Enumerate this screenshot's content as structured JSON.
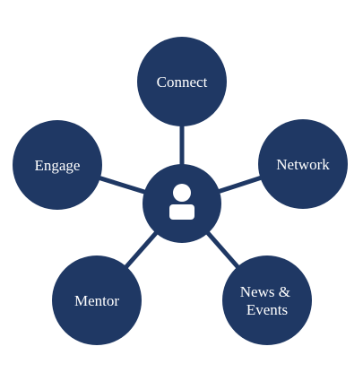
{
  "diagram": {
    "center": {
      "icon": "person-icon"
    },
    "nodes": [
      {
        "id": "connect",
        "lines": [
          "Connect"
        ]
      },
      {
        "id": "network",
        "lines": [
          "Network"
        ]
      },
      {
        "id": "news-events",
        "lines": [
          "News &",
          "Events"
        ]
      },
      {
        "id": "mentor",
        "lines": [
          "Mentor"
        ]
      },
      {
        "id": "engage",
        "lines": [
          "Engage"
        ]
      }
    ]
  },
  "colors": {
    "node_fill": "#1f3864",
    "connector": "#1f3864",
    "icon_fill": "#ffffff",
    "label": "#ffffff",
    "background": "#ffffff"
  }
}
